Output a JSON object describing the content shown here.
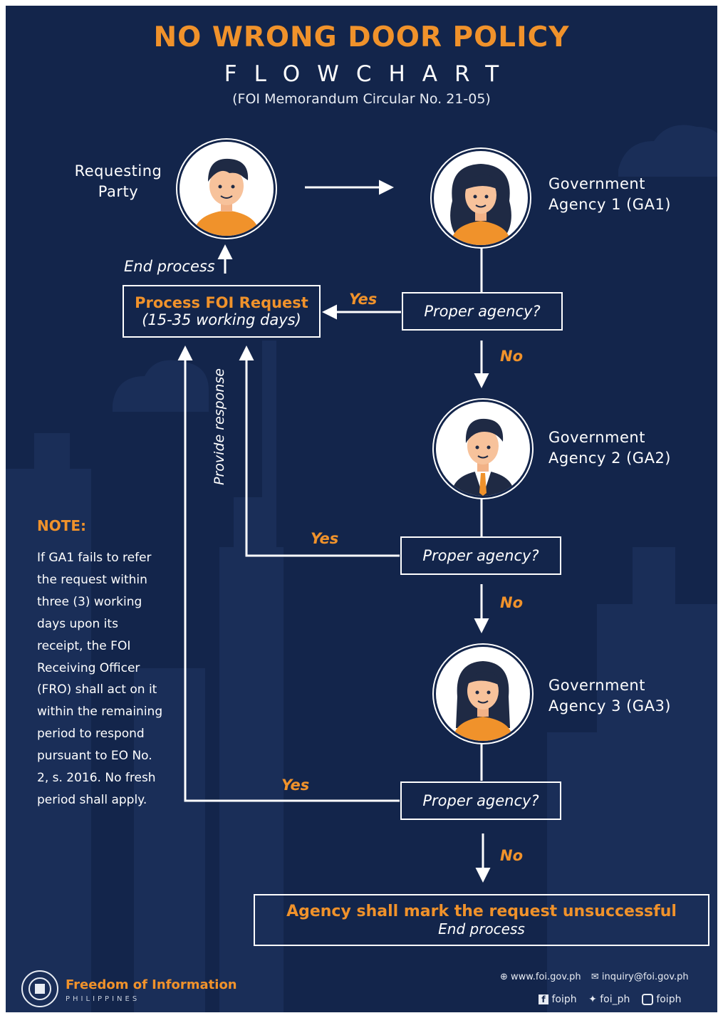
{
  "title": "NO WRONG DOOR POLICY",
  "subtitle": "FLOWCHART",
  "circular": "(FOI Memorandum Circular No. 21-05)",
  "nodes": {
    "requesting_party": [
      "Requesting",
      "Party"
    ],
    "ga1": [
      "Government",
      "Agency 1 (GA1)"
    ],
    "ga2": [
      "Government",
      "Agency 2 (GA2)"
    ],
    "ga3": [
      "Government",
      "Agency 3 (GA3)"
    ]
  },
  "process_box": {
    "title": "Process FOI Request",
    "subtitle": "(15-35 working days)"
  },
  "decision_label": "Proper agency?",
  "edge_labels": {
    "yes": "Yes",
    "no": "No",
    "end_process": "End process",
    "provide_response": "Provide response"
  },
  "final_box": {
    "title": "Agency shall mark the request unsuccessful",
    "subtitle": "End process"
  },
  "note": {
    "heading": "NOTE:",
    "lines": [
      "If GA1 fails to refer",
      "the request within",
      "three (3) working",
      "days upon its",
      "receipt, the FOI",
      "Receiving Officer",
      "(FRO) shall act on it",
      "within the remaining",
      "period to respond",
      "pursuant to EO No.",
      "2, s. 2016. No fresh",
      "period shall apply."
    ]
  },
  "footer": {
    "org_name": "Freedom of Information",
    "org_country": "PHILIPPINES",
    "website": "www.foi.gov.ph",
    "email": "inquiry@foi.gov.ph",
    "facebook": "foiph",
    "twitter": "foi_ph",
    "instagram": "foiph"
  },
  "colors": {
    "background": "#13254b",
    "accent": "#f0922b",
    "line": "#ffffff"
  }
}
